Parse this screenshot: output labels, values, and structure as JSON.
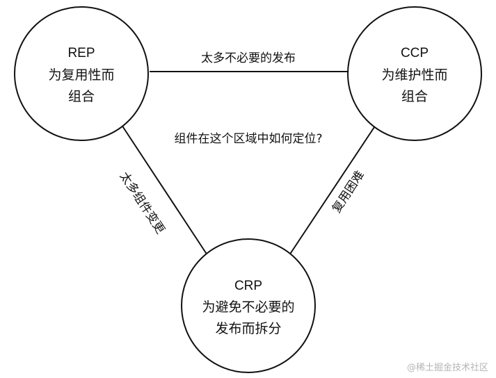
{
  "nodes": {
    "rep": {
      "title": "REP",
      "line1": "为复用性而",
      "line2": "组合"
    },
    "ccp": {
      "title": "CCP",
      "line1": "为维护性而",
      "line2": "组合"
    },
    "crp": {
      "title": "CRP",
      "line1": "为避免不必要的",
      "line2": "发布而拆分"
    }
  },
  "edges": {
    "top": "太多不必要的发布",
    "left": "太多组件变更",
    "right": "复用困难"
  },
  "center_question": "组件在这个区域中如何定位?",
  "watermark": "@稀土掘金技术社区",
  "colors": {
    "stroke": "#111111",
    "background": "#ffffff",
    "watermark": "#b5b5b5"
  }
}
